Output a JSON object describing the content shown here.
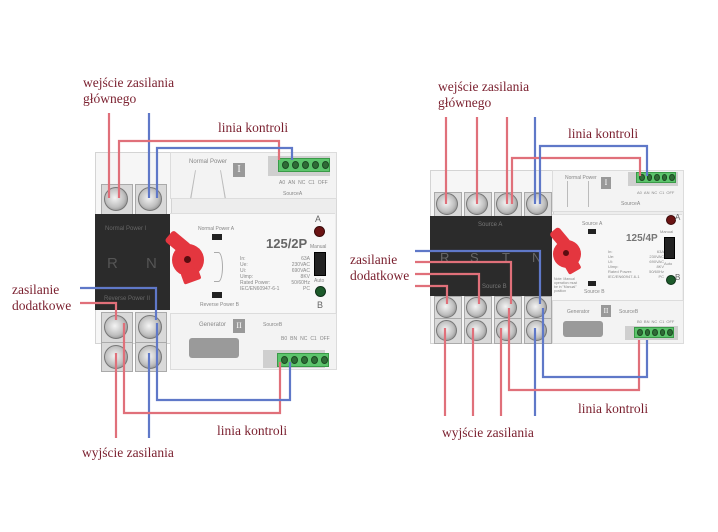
{
  "colors": {
    "phase_wire": "#e0707a",
    "neutral_wire": "#5f78c8",
    "label_text": "#7a1f2e",
    "terminal_block": "#5cc46c",
    "switch_knob": "#e4363f"
  },
  "labels": {
    "main_input": [
      "wejście zasilania",
      "głównego"
    ],
    "control_line": "linia kontroli",
    "backup_supply": [
      "zasilanie",
      "dodatkowe"
    ],
    "power_output": "wyjście zasilania"
  },
  "devices": [
    {
      "model": "125/2P",
      "poles": [
        "R",
        "N"
      ],
      "top_band": "Normal Power I",
      "bottom_band": "Reverse Power II",
      "source_a_panel": {
        "title": "Normal Power",
        "roman": "I",
        "source": "SourceA",
        "terminals": [
          "A0",
          "AN",
          "NC",
          "C1",
          "OFF"
        ]
      },
      "source_b_panel": {
        "title": "Generator",
        "roman": "II",
        "source": "SourceB",
        "terminals": [
          "B0",
          "BN",
          "NC",
          "C1",
          "OFF"
        ]
      },
      "switch_labels": {
        "top": "Normal Power A",
        "bottom": "Reverse Power B"
      },
      "indicators": {
        "a": "A",
        "b": "B",
        "manual": "Manual",
        "auto": "Auto"
      },
      "specs": [
        {
          "key": "In:",
          "value": "63A"
        },
        {
          "key": "Ue:",
          "value": "230VAC"
        },
        {
          "key": "Ui:",
          "value": "690VAC"
        },
        {
          "key": "Uimp:",
          "value": "8KV"
        },
        {
          "key": "Rated Power:",
          "value": "50/60Hz"
        },
        {
          "key": "IEC/EN60947-6-1",
          "value": "PC"
        }
      ]
    },
    {
      "model": "125/4P",
      "poles": [
        "R",
        "S",
        "T",
        "N"
      ],
      "top_band": "Source A",
      "bottom_band": "Source B",
      "source_a_panel": {
        "title": "Normal Power",
        "roman": "I",
        "source": "SourceA",
        "terminals": [
          "A0",
          "AN",
          "NC",
          "C1",
          "OFF"
        ]
      },
      "source_b_panel": {
        "title": "Generator",
        "roman": "II",
        "source": "SourceB",
        "terminals": [
          "B0",
          "BN",
          "NC",
          "C1",
          "OFF"
        ]
      },
      "switch_labels": {
        "top": "Source A",
        "bottom": "Source B"
      },
      "indicators": {
        "a": "A",
        "b": "B",
        "manual": "Manual",
        "auto": "Auto"
      },
      "note": "Note: Manual operation must be in \"Manual\" position",
      "specs": [
        {
          "key": "In:",
          "value": "63A"
        },
        {
          "key": "Ue:",
          "value": "230VAC"
        },
        {
          "key": "Ui:",
          "value": "690VAC"
        },
        {
          "key": "Uimp:",
          "value": "8KV"
        },
        {
          "key": "Rated Power:",
          "value": "50/60Hz"
        },
        {
          "key": "IEC/EN60947-6-1",
          "value": "PC"
        }
      ]
    }
  ]
}
